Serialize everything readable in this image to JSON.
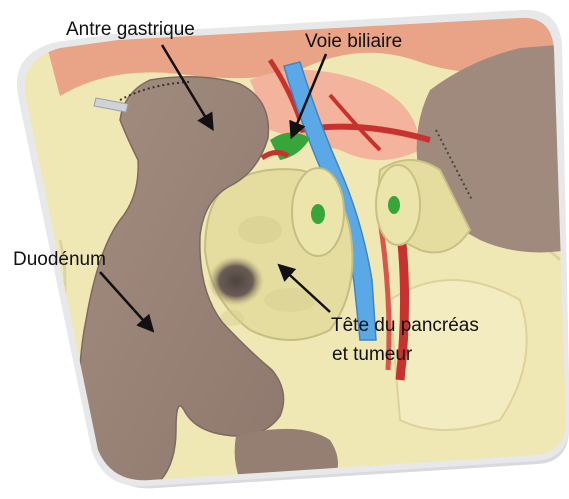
{
  "labels": {
    "antre": "Antre gastrique",
    "voie": "Voie biliaire",
    "duodenum": "Duodénum",
    "tete_line1": "Tête du pancréas",
    "tete_line2": "et tumeur"
  },
  "colors": {
    "frame_border": "#e7e8ea",
    "background_tissue": "#efe8b4",
    "stomach_duodenum": "#9b8377",
    "pancreas": "#e4dd9f",
    "bile_duct": "#5aa8e6",
    "vessel_red": "#c8322e",
    "tumor": "#6a5d56",
    "green_ducts": "#37a53a",
    "salmon": "#f2a78e"
  }
}
